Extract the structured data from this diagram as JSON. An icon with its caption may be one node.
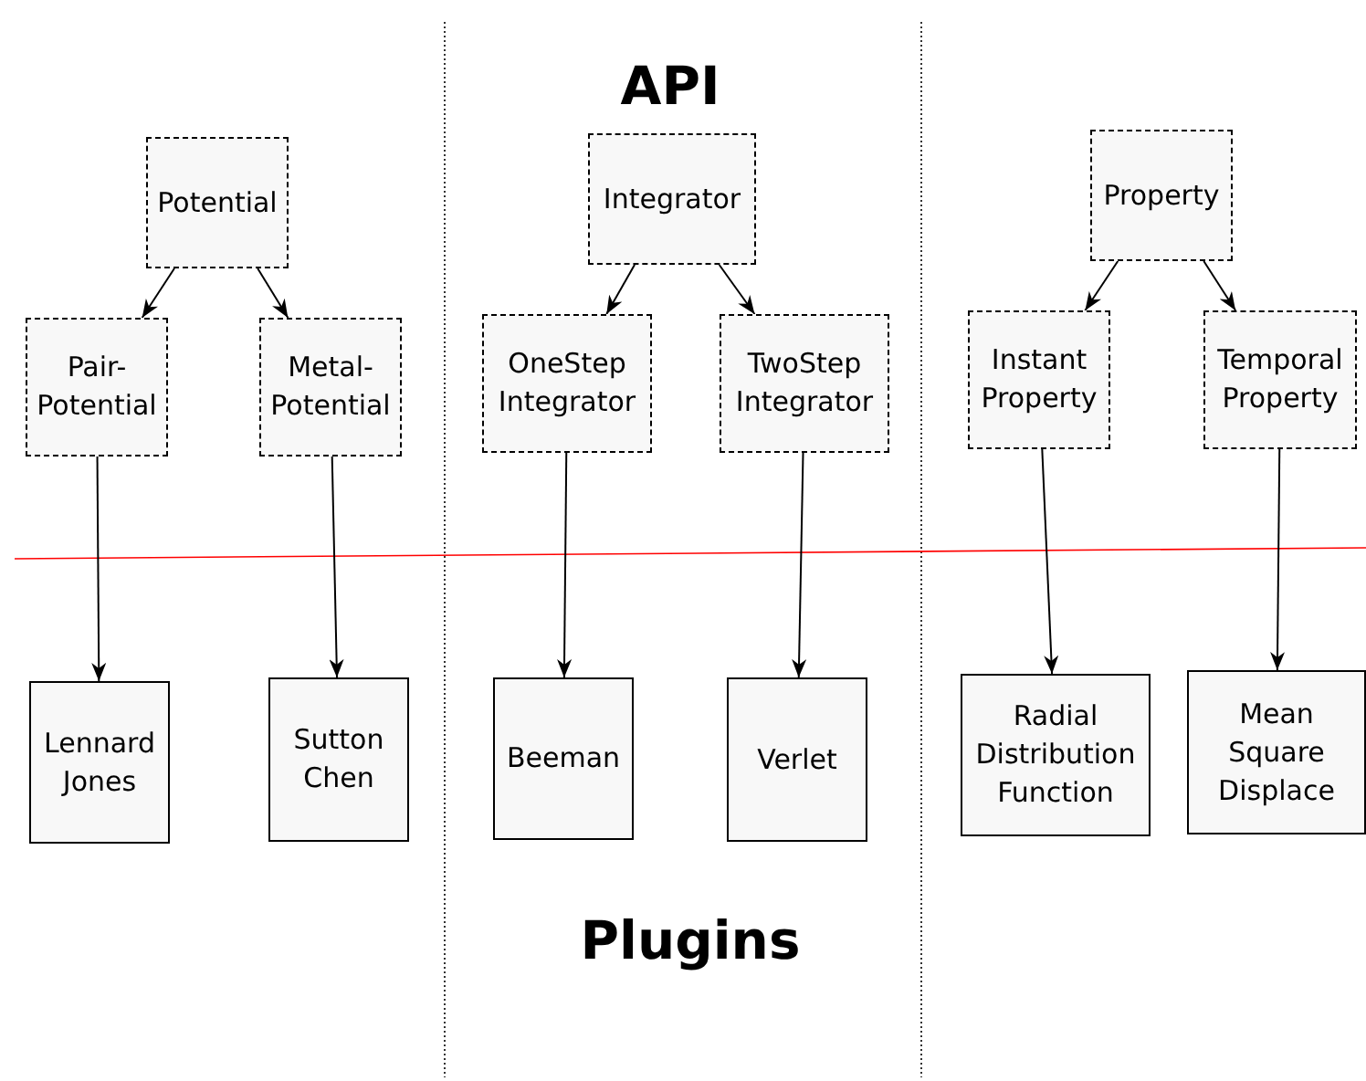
{
  "diagram": {
    "nodes": [
      {
        "text": [
          "Potential"
        ]
      },
      {
        "text": [
          "Pair-Potential"
        ]
      },
      {
        "text": [
          "Metal-Potential"
        ]
      },
      {
        "text": [
          "Integrator"
        ]
      },
      {
        "text": [
          "OneStep Integrator"
        ]
      },
      {
        "text": [
          "TwoStep Integrator"
        ]
      },
      {
        "text": [
          "Property"
        ]
      },
      {
        "text": [
          "Instant Property"
        ]
      },
      {
        "text": [
          "Temporal Property"
        ]
      },
      {
        "text": [
          "Lennard Jones"
        ]
      },
      {
        "text": [
          "Sutton Chen"
        ]
      },
      {
        "text": [
          "Beeman"
        ]
      },
      {
        "text": [
          "Verlet"
        ]
      },
      {
        "text": [
          "Radial Distribution Function"
        ]
      },
      {
        "text": [
          "Mean Square Displace"
        ]
      }
    ],
    "edges": [
      {
        "from": 0,
        "to": 1,
        "arrow": "to"
      },
      {
        "from": 0,
        "to": 2,
        "arrow": "to"
      },
      {
        "from": 3,
        "to": 4,
        "arrow": "to"
      },
      {
        "from": 3,
        "to": 5,
        "arrow": "to"
      },
      {
        "from": 6,
        "to": 7,
        "arrow": "to"
      },
      {
        "from": 6,
        "to": 8,
        "arrow": "to"
      },
      {
        "from": 1,
        "to": 9,
        "arrow": "to"
      },
      {
        "from": 2,
        "to": 10,
        "arrow": "to"
      },
      {
        "from": 4,
        "to": 11,
        "arrow": "to"
      },
      {
        "from": 5,
        "to": 12,
        "arrow": "to"
      },
      {
        "from": 7,
        "to": 13,
        "arrow": "to"
      },
      {
        "from": 8,
        "to": 14,
        "arrow": "to"
      }
    ],
    "labels": [
      "API",
      "Plugins"
    ]
  }
}
